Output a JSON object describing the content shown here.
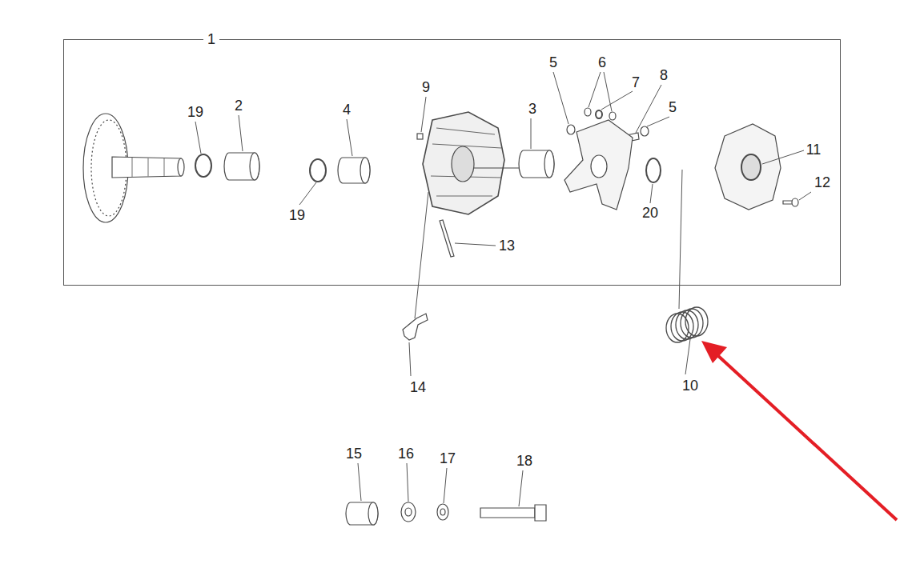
{
  "diagram": {
    "nodes": [
      {
        "text": [
          "1"
        ]
      }
    ],
    "labels": [
      "5",
      "6",
      "7",
      "8",
      "9",
      "2",
      "4",
      "3",
      "19",
      "5",
      "11",
      "12",
      "20",
      "19",
      "13",
      "14",
      "10",
      "15",
      "16",
      "17",
      "18"
    ]
  }
}
